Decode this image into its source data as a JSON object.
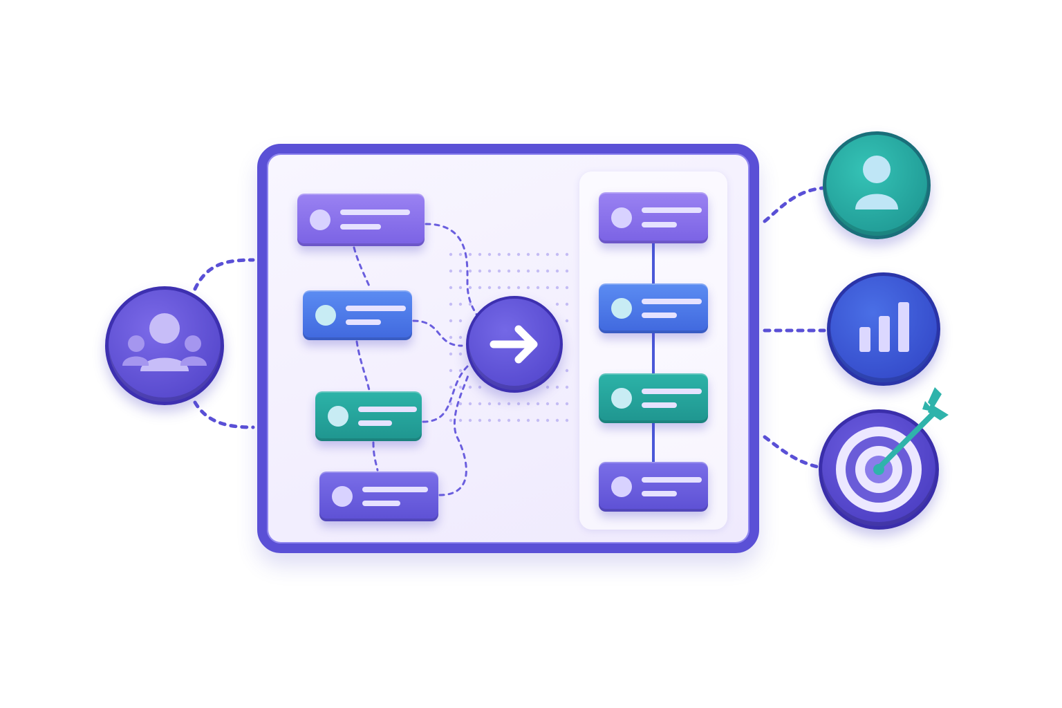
{
  "diagram": {
    "colors": {
      "frame": "#5a50d6",
      "purple": "#8a72ec",
      "blue": "#4f7ce8",
      "teal": "#26a59c",
      "indigo": "#6a5ede",
      "connector": "#5a50d6"
    },
    "left_cards": [
      {
        "color": "purple"
      },
      {
        "color": "blue"
      },
      {
        "color": "teal"
      },
      {
        "color": "indigo"
      }
    ],
    "right_cards": [
      {
        "color": "purple"
      },
      {
        "color": "blue"
      },
      {
        "color": "teal"
      },
      {
        "color": "indigo"
      }
    ],
    "center_icon": "arrow-right-icon",
    "left_icon": "users-group-icon",
    "right_icons": [
      "user-icon",
      "bar-chart-icon",
      "target-icon"
    ]
  }
}
